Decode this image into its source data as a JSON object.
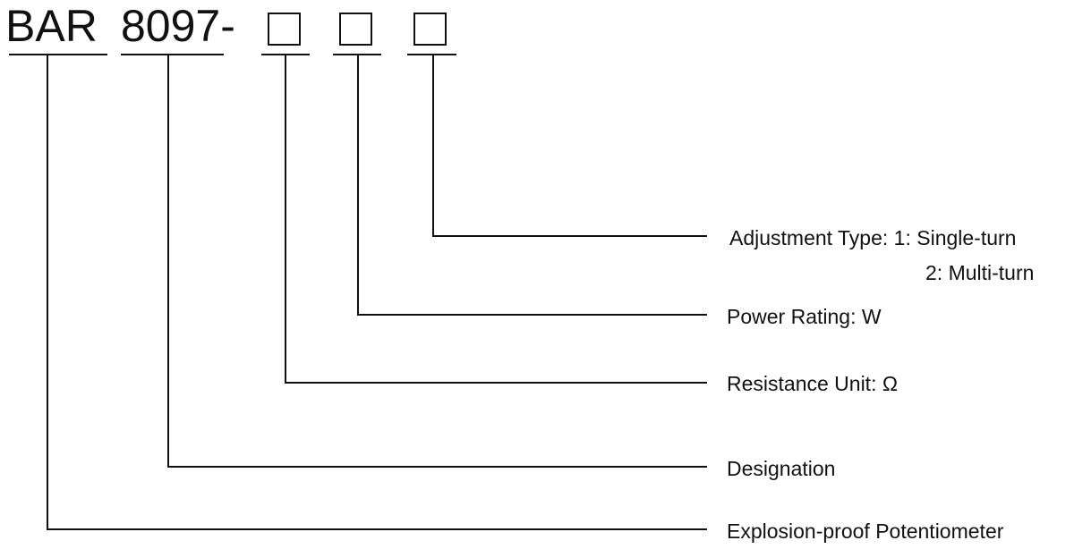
{
  "model_code": {
    "prefix": "BAR",
    "number": "8097-"
  },
  "fields": [
    {
      "key": "adjustment_type",
      "label": "Adjustment Type: 1: Single-turn",
      "continuation": "2: Multi-turn"
    },
    {
      "key": "power_rating",
      "label": "Power Rating: W"
    },
    {
      "key": "resistance_unit",
      "label": "Resistance Unit: Ω"
    },
    {
      "key": "designation",
      "label": "Designation"
    },
    {
      "key": "type_name",
      "label": "Explosion-proof Potentiometer"
    }
  ]
}
